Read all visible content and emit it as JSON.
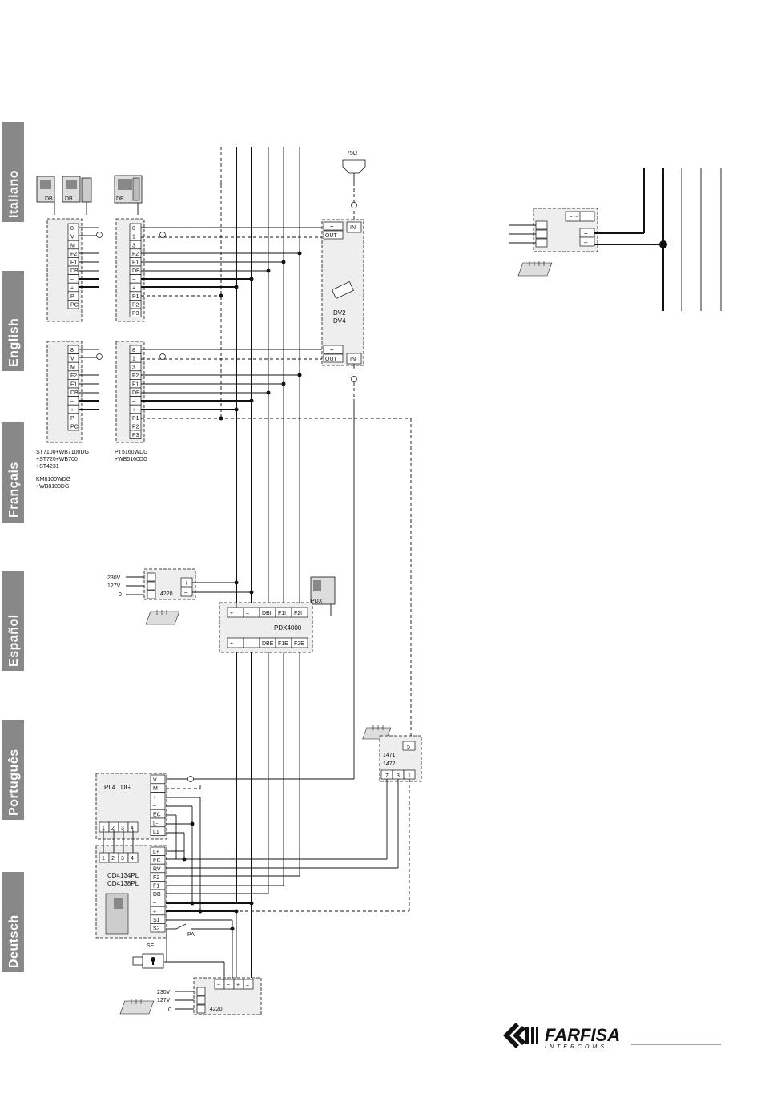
{
  "languages": [
    "Italiano",
    "English",
    "Français",
    "Español",
    "Português",
    "Deutsch"
  ],
  "monitor_block_a": {
    "device_labels": [
      "DB",
      "DB"
    ],
    "terminals": [
      "8",
      "V",
      "M",
      "F2",
      "F1",
      "DB",
      "–",
      "+",
      "P",
      "PC"
    ],
    "models": [
      "ST7100+WB7100DG",
      "+ST720+WB700",
      "+ST4231",
      "KM8100WDG",
      "+WB8100DG"
    ]
  },
  "monitor_block_b": {
    "device_label": "DB",
    "terminals": [
      "8",
      "1",
      "3",
      "F2",
      "F1",
      "DB",
      "–",
      "+",
      "P1",
      "P2",
      "P3"
    ],
    "models": [
      "PT5160WDG",
      "+WB5160DG"
    ]
  },
  "distributor": {
    "termination": "75Ω",
    "in_label": "IN",
    "out_label": "OUT",
    "plus": "+",
    "models": [
      "DV2",
      "DV4"
    ]
  },
  "psu_top": {
    "terminals": [
      "+",
      "–"
    ],
    "ac_label": "~ ~"
  },
  "psu_4220_a": {
    "model": "4220",
    "voltages": [
      "230V",
      "127V",
      "0"
    ],
    "terminals": [
      "+",
      "–"
    ]
  },
  "pdx": {
    "device_label": "PDX",
    "model": "PDX4000",
    "top_terminals": [
      "+",
      "–",
      "DBI",
      "F1I",
      "F2I"
    ],
    "bottom_terminals": [
      "+",
      "–",
      "DBE",
      "F1E",
      "F2E"
    ]
  },
  "relay_1471": {
    "models": [
      "1471",
      "1472"
    ],
    "top_terminal": "5",
    "bottom_terminals": [
      "7",
      "3",
      "1"
    ]
  },
  "panel_pl4": {
    "model": "PL4...DG",
    "terminals": [
      "V",
      "M",
      "+",
      "–",
      "EC",
      "L-",
      "L1"
    ],
    "buttons": [
      "1",
      "2",
      "3",
      "4"
    ]
  },
  "panel_cd4134": {
    "models": [
      "CD4134PL",
      "CD4138PL"
    ],
    "terminals": [
      "L+",
      "EC",
      "RV",
      "F2",
      "F1",
      "DB",
      "–",
      "+",
      "S1",
      "S2"
    ],
    "buttons": [
      "1",
      "2",
      "3",
      "4"
    ],
    "pa_label": "PA",
    "se_label": "SE"
  },
  "psu_4220_b": {
    "model": "4220",
    "voltages": [
      "230V",
      "127V",
      "0"
    ],
    "terminals": [
      "~",
      "~",
      "+",
      "–"
    ]
  },
  "brand": {
    "name": "FARFISA",
    "sub": "INTERCOMS"
  }
}
